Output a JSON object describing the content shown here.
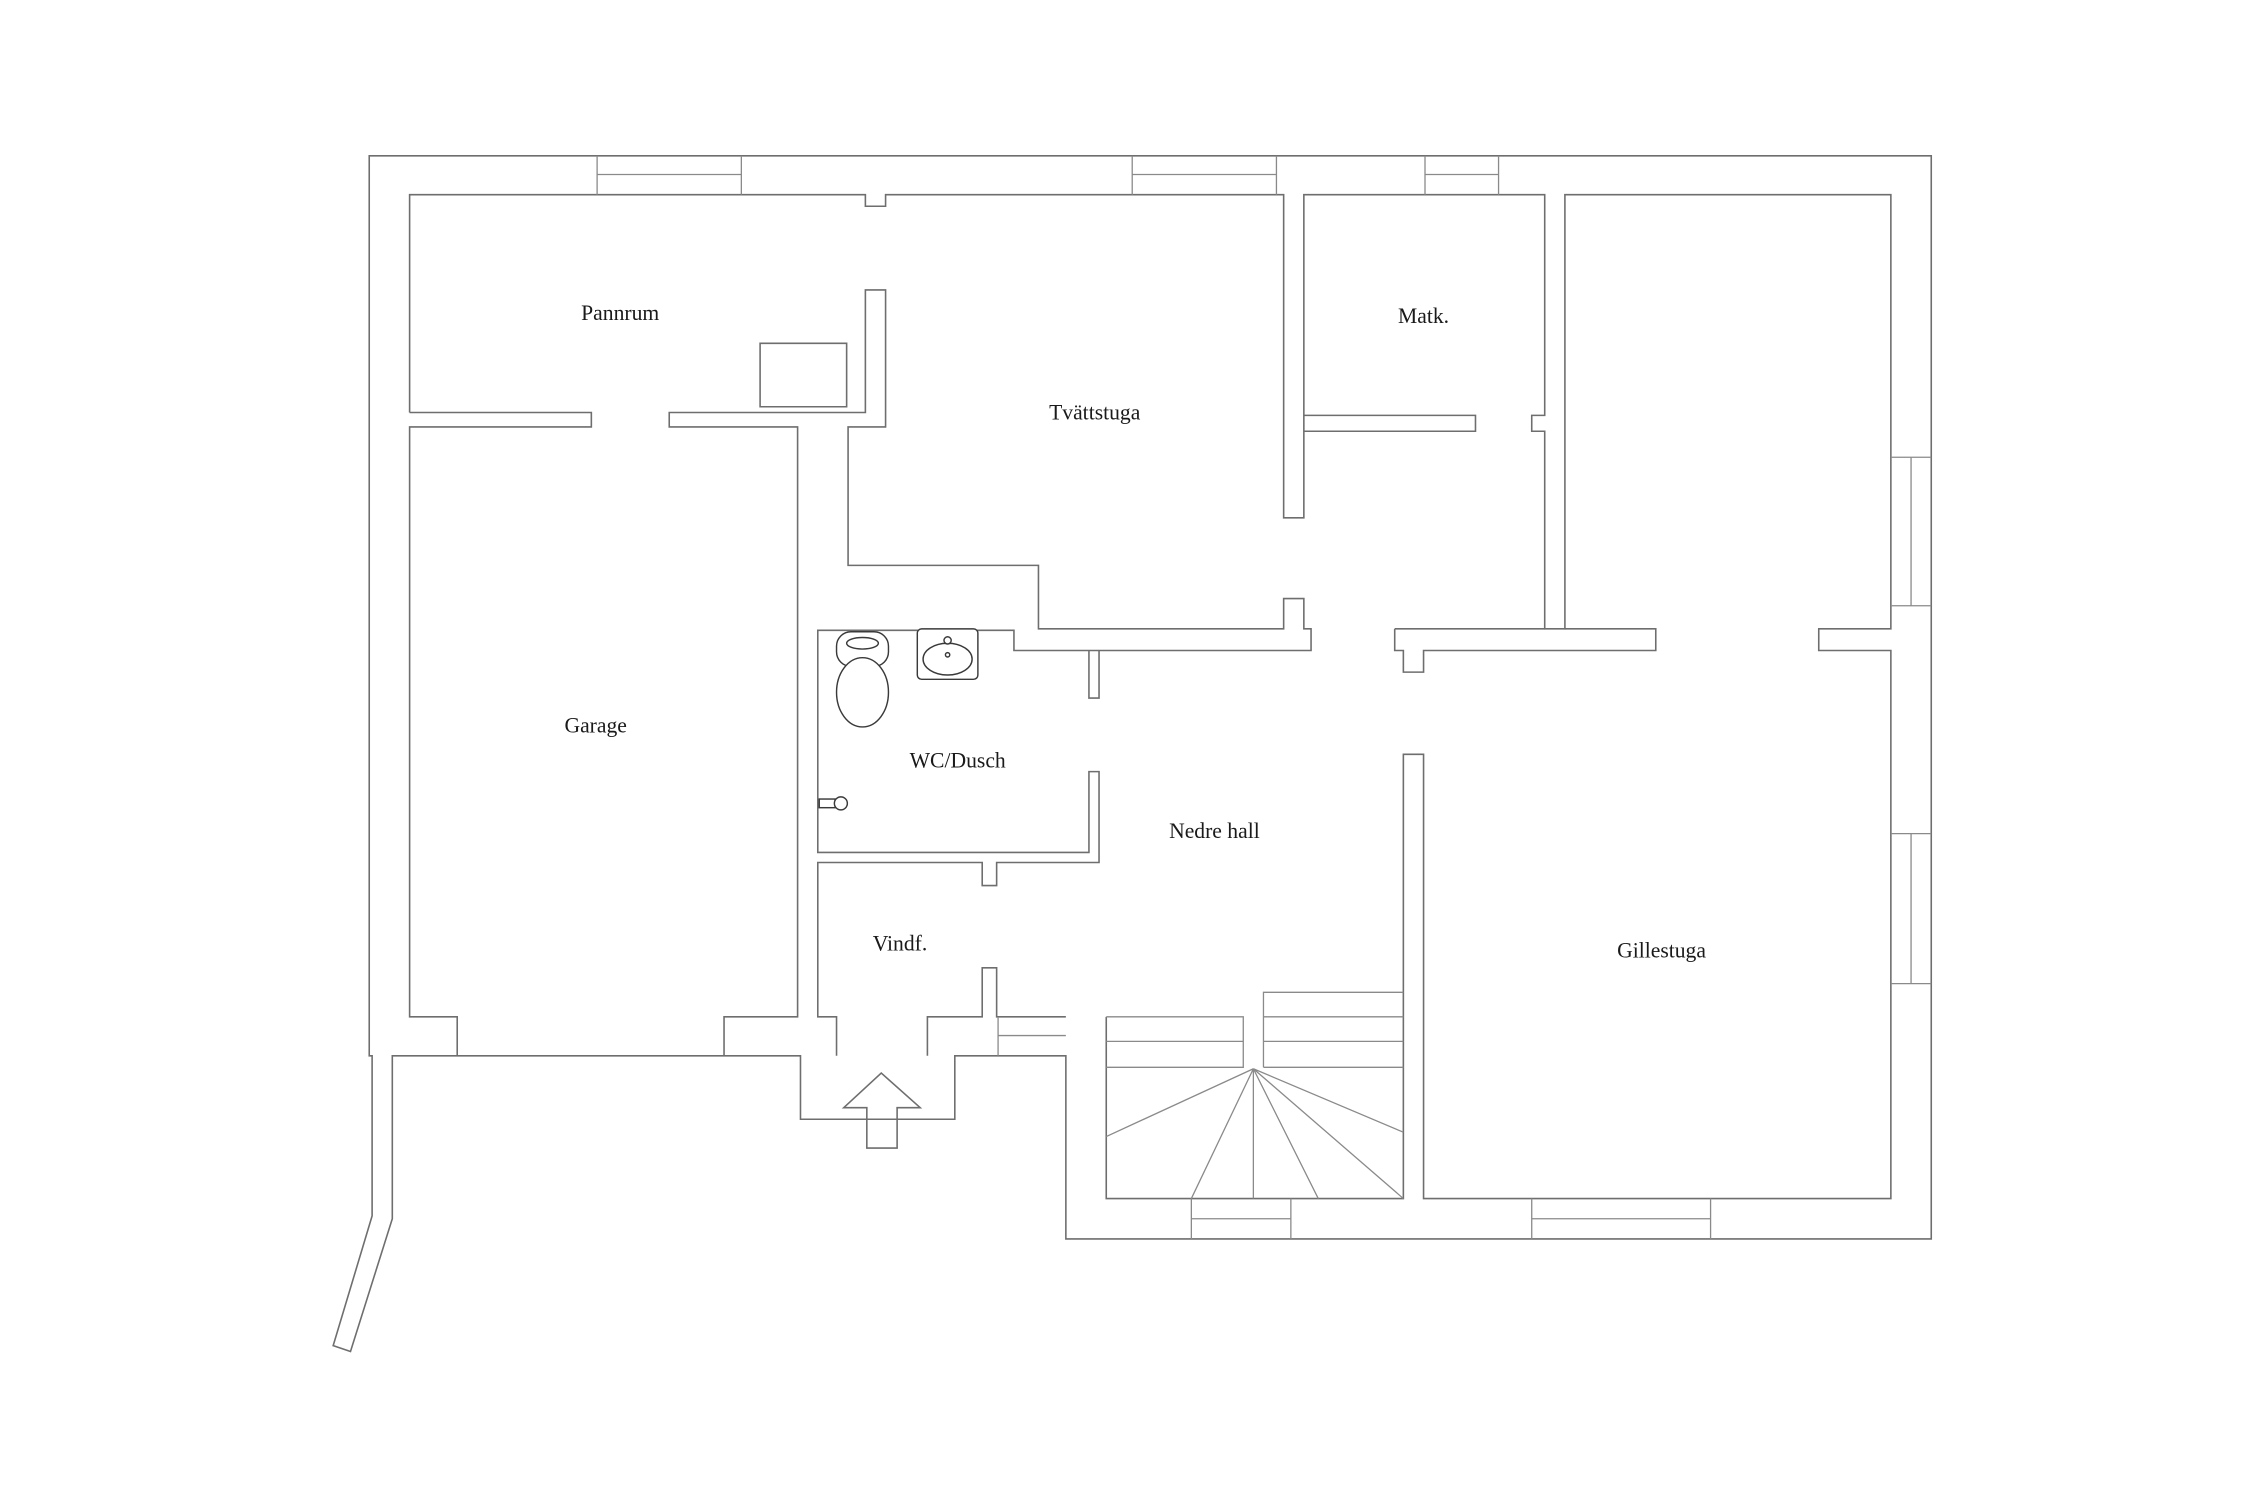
{
  "rooms": {
    "pannrum": "Pannrum",
    "tvattstuga": "Tvättstuga",
    "matk": "Matk.",
    "garage": "Garage",
    "wc_dusch": "WC/Dusch",
    "nedre_hall": "Nedre hall",
    "vindf": "Vindf.",
    "gillestuga": "Gillestuga"
  },
  "colors": {
    "wall_stroke": "#6e6e6e",
    "text": "#1a1a1a",
    "background": "#ffffff"
  },
  "icons": [
    "toilet-icon",
    "sink-icon",
    "shower-icon",
    "entrance-arrow-icon"
  ]
}
